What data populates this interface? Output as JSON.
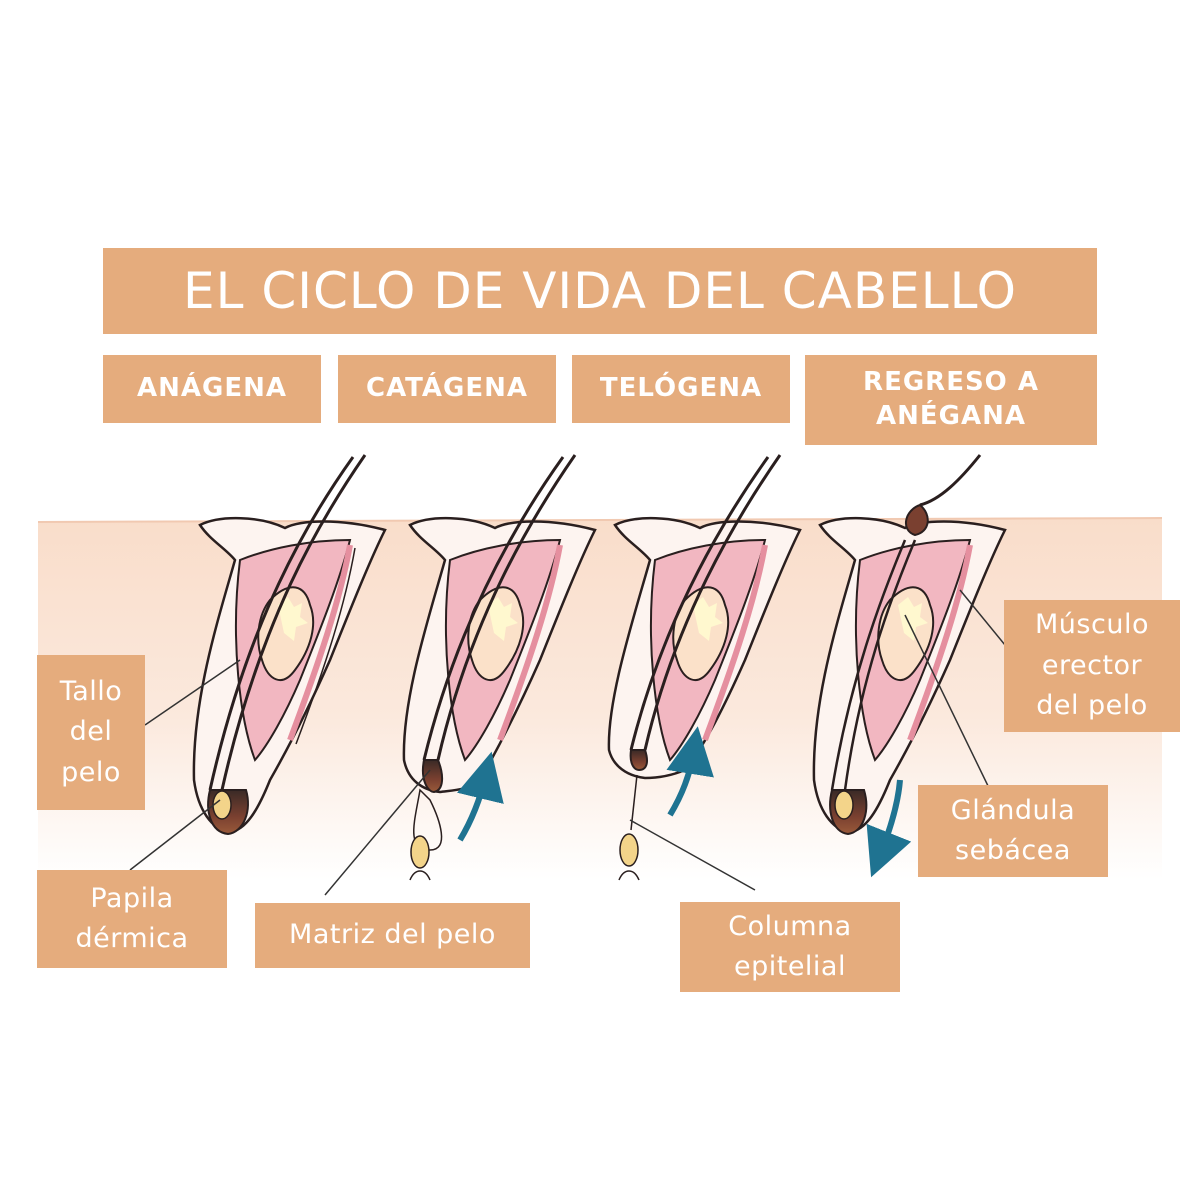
{
  "title": "EL CICLO DE VIDA DEL CABELLO",
  "phases": [
    "ANÁGENA",
    "CATÁGENA",
    "TELÓGENA",
    "REGRESO A\nANÉGANA"
  ],
  "labels": {
    "tallo": "Tallo\ndel\npelo",
    "papila": "Papila\ndérmica",
    "matriz": "Matriz del pelo",
    "columna": "Columna\nepitelial",
    "musculo": "Músculo\nerector\ndel pelo",
    "glandula": "Glándula\nsebácea"
  },
  "colors": {
    "label_box": "#e5ac7d",
    "skin": "#fce8db",
    "follicle_pink": "#f2b7c1",
    "hair_bulb": "#7a4030",
    "papilla": "#f3d48a",
    "arrow": "#1f7391"
  }
}
